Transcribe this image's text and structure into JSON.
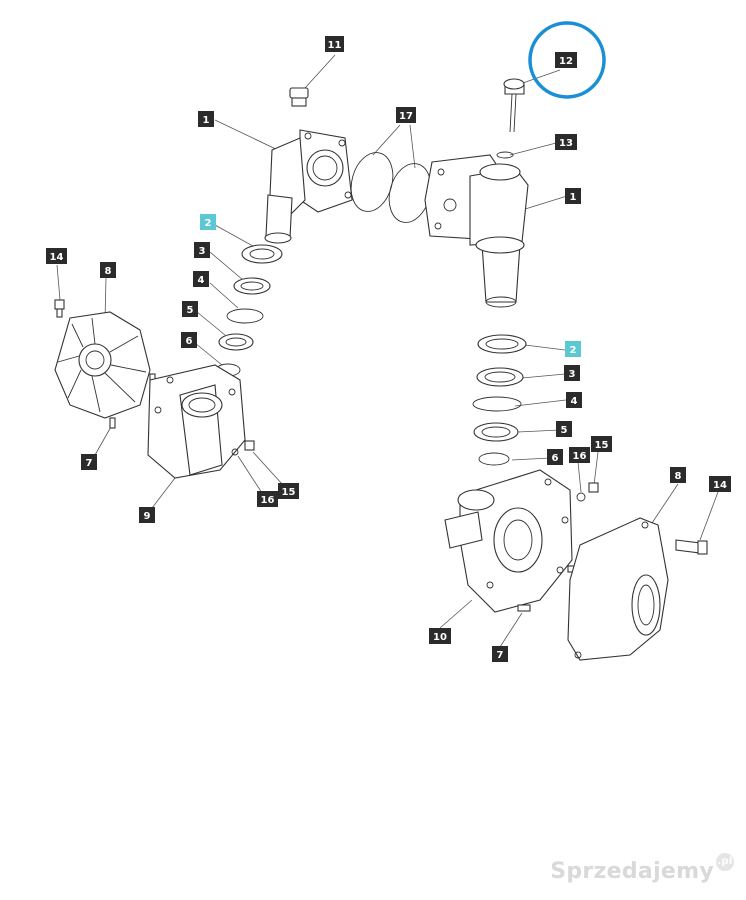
{
  "callouts": [
    {
      "id": "c11",
      "label": "11"
    },
    {
      "id": "c12",
      "label": "12"
    },
    {
      "id": "c17",
      "label": "17"
    },
    {
      "id": "c1a",
      "label": "1"
    },
    {
      "id": "c13",
      "label": "13"
    },
    {
      "id": "c1b",
      "label": "1"
    },
    {
      "id": "c2a",
      "label": "2"
    },
    {
      "id": "c3a",
      "label": "3"
    },
    {
      "id": "c4a",
      "label": "4"
    },
    {
      "id": "c5a",
      "label": "5"
    },
    {
      "id": "c6a",
      "label": "6"
    },
    {
      "id": "c14a",
      "label": "14"
    },
    {
      "id": "c8a",
      "label": "8"
    },
    {
      "id": "c7a",
      "label": "7"
    },
    {
      "id": "c9",
      "label": "9"
    },
    {
      "id": "c16a",
      "label": "16"
    },
    {
      "id": "c15a",
      "label": "15"
    },
    {
      "id": "c2b",
      "label": "2"
    },
    {
      "id": "c3b",
      "label": "3"
    },
    {
      "id": "c4b",
      "label": "4"
    },
    {
      "id": "c5b",
      "label": "5"
    },
    {
      "id": "c6b",
      "label": "6"
    },
    {
      "id": "c16b",
      "label": "16"
    },
    {
      "id": "c15b",
      "label": "15"
    },
    {
      "id": "c8b",
      "label": "8"
    },
    {
      "id": "c14b",
      "label": "14"
    },
    {
      "id": "c10",
      "label": "10"
    },
    {
      "id": "c7b",
      "label": "7"
    }
  ],
  "colors": {
    "callout_dark": "#2b2b2b",
    "callout_highlight": "#5bc8d3",
    "highlight_circle": "#1a8fd6"
  },
  "watermark": {
    "text": "Sprzedajemy",
    "suffix": ".pl"
  }
}
